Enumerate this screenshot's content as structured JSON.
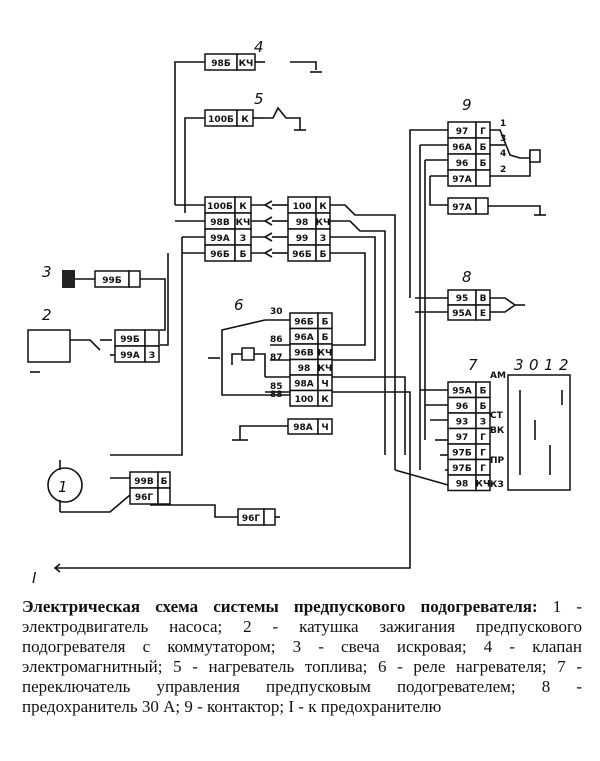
{
  "diagram": {
    "top_boxes": [
      {
        "code": "98Б",
        "tag": "КЧ"
      },
      {
        "code": "100Б",
        "tag": "К"
      }
    ],
    "left_connector": [
      {
        "code": "100Б",
        "tag": "К"
      },
      {
        "code": "98В",
        "tag": "КЧ"
      },
      {
        "code": "99А",
        "tag": "З"
      },
      {
        "code": "96Б",
        "tag": "Б"
      }
    ],
    "right_connector": [
      {
        "code": "100",
        "tag": "К"
      },
      {
        "code": "98",
        "tag": "КЧ"
      },
      {
        "code": "99",
        "tag": "З"
      },
      {
        "code": "96Б",
        "tag": "Б"
      }
    ],
    "spark_box": {
      "code": "99Б",
      "tag": ""
    },
    "coil_box": [
      {
        "code": "99Б",
        "tag": ""
      },
      {
        "code": "99А",
        "tag": "З"
      }
    ],
    "relay_box": [
      {
        "code": "96Б",
        "tag": "Б"
      },
      {
        "code": "96А",
        "tag": "Б"
      },
      {
        "code": "96В",
        "tag": "КЧ"
      },
      {
        "code": "98",
        "tag": "КЧ"
      },
      {
        "code": "98А",
        "tag": "Ч"
      },
      {
        "code": "100",
        "tag": "К"
      }
    ],
    "relay_terminals": [
      "30",
      "86",
      "87",
      "85",
      "88"
    ],
    "box_98a": {
      "code": "98А",
      "tag": "Ч"
    },
    "motor_box": [
      {
        "code": "99В",
        "tag": "Б"
      },
      {
        "code": "96Г",
        "tag": ""
      }
    ],
    "box_96g": {
      "code": "96Г",
      "tag": ""
    },
    "contactor_box": [
      {
        "code": "97",
        "tag": "Г"
      },
      {
        "code": "96А",
        "tag": "Б"
      },
      {
        "code": "96",
        "tag": "Б"
      },
      {
        "code": "97А",
        "tag": ""
      }
    ],
    "contactor_terminals": [
      "1",
      "3",
      "4",
      "2"
    ],
    "box_97a": {
      "code": "97А",
      "tag": ""
    },
    "fuse_box": [
      {
        "code": "95",
        "tag": "В"
      },
      {
        "code": "95А",
        "tag": "Е"
      }
    ],
    "switch_box": [
      {
        "code": "95А",
        "tag": "Б"
      },
      {
        "code": "96",
        "tag": "Б"
      },
      {
        "code": "93",
        "tag": "З"
      },
      {
        "code": "97",
        "tag": "Г"
      },
      {
        "code": "97Б",
        "tag": "Г"
      },
      {
        "code": "97Б",
        "tag": "Г"
      },
      {
        "code": "98",
        "tag": "КЧ"
      }
    ],
    "switch_tags": [
      "АМ",
      "СТ",
      "ВК",
      "ПР",
      "КЗ"
    ],
    "switch_positions": [
      "3",
      "0",
      "1",
      "2"
    ],
    "numbers": [
      "1",
      "2",
      "3",
      "4",
      "5",
      "6",
      "7",
      "8",
      "9",
      "I"
    ]
  },
  "caption": {
    "title": "Электрическая схема системы предпускового подогревателя:",
    "body": " 1 - электродвигатель насоса; 2 - катушка зажигания предпускового подогревателя с коммутатором; 3 - свеча искровая; 4 - клапан электромагнитный; 5 - нагреватель топлива; 6 - реле нагревателя; 7 - переключатель управления предпусковым подогревателем; 8 - предохранитель 30 А; 9 - контактор; I - к предохранителю"
  }
}
